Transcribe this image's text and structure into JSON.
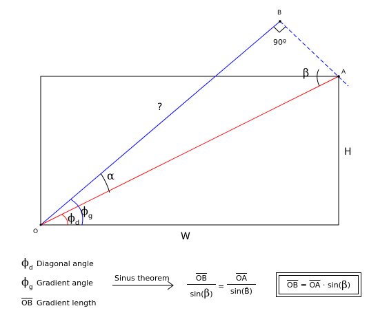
{
  "labels": {
    "point_b": "B",
    "point_a": "A",
    "point_o": "O",
    "right_angle": "90º",
    "beta": "β",
    "alpha": "α",
    "unknown": "?",
    "height": "H",
    "width": "W",
    "phi": "ϕ",
    "sub_d": "d",
    "sub_g": "g"
  },
  "legend": {
    "diagonal_angle": "Diagonal angle",
    "gradient_angle": "Gradient angle",
    "ob": "OB",
    "gradient_length": "Gradient length"
  },
  "formula": {
    "sinus_theorem": "Sinus theorem",
    "ob": "OB",
    "oa": "OA",
    "sin": "sin",
    "paren_open": "(",
    "paren_close": ")",
    "beta": "β",
    "b_hat": "B̂",
    "equals": "=",
    "dot": "·"
  },
  "colors": {
    "gradient_line": "#0000ff",
    "diagonal_line": "#ff0000",
    "outline": "#000000"
  }
}
